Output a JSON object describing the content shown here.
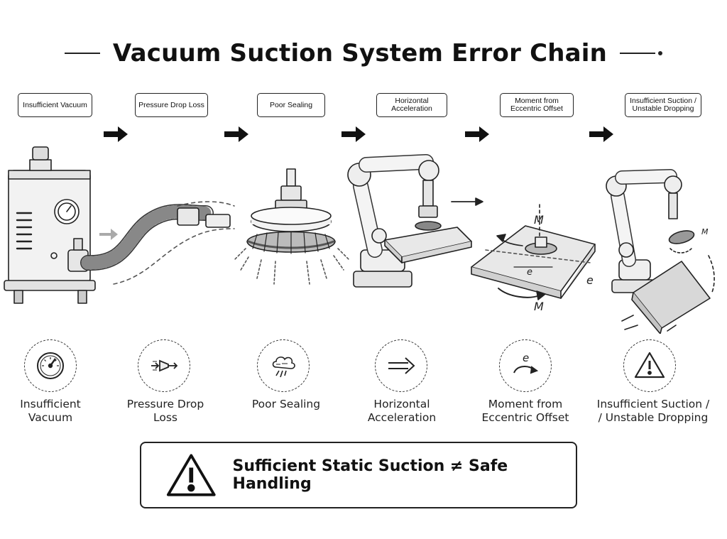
{
  "title": "Vacuum Suction System Error Chain",
  "steps": [
    {
      "box_label": "Insufficient Vacuum",
      "label": "Insufficient\nVacuum",
      "icon": "pressure-gauge-icon"
    },
    {
      "box_label": "Pressure Drop Loss",
      "label": "Pressure Drop\nLoss",
      "icon": "pressure-drop-icon"
    },
    {
      "box_label": "Poor Sealing",
      "label": "Poor Sealing",
      "icon": "air-leak-icon"
    },
    {
      "box_label": "Horizontal\nAcceleration",
      "label": "Horizontal\nAcceleration",
      "icon": "double-arrow-icon"
    },
    {
      "box_label": "Moment from\nEccentric Offset",
      "label": "Moment from\nEccentric Offset",
      "icon": "eccentric-moment-icon"
    },
    {
      "box_label": "Insufficient Suction /\nUnstable Dropping",
      "label": "Insufficient Suction /\n/ Unstable Dropping",
      "icon": "warning-icon"
    }
  ],
  "illustration_labels": {
    "moment_top": "M",
    "moment_bottom": "M",
    "eccentric_e_inner": "e",
    "eccentric_e_outer": "e",
    "dropping_moment": "M",
    "icon_e": "e"
  },
  "banner": {
    "text": "Sufficient Static Suction ≠ Safe Handling",
    "icon": "warning-triangle-icon"
  }
}
